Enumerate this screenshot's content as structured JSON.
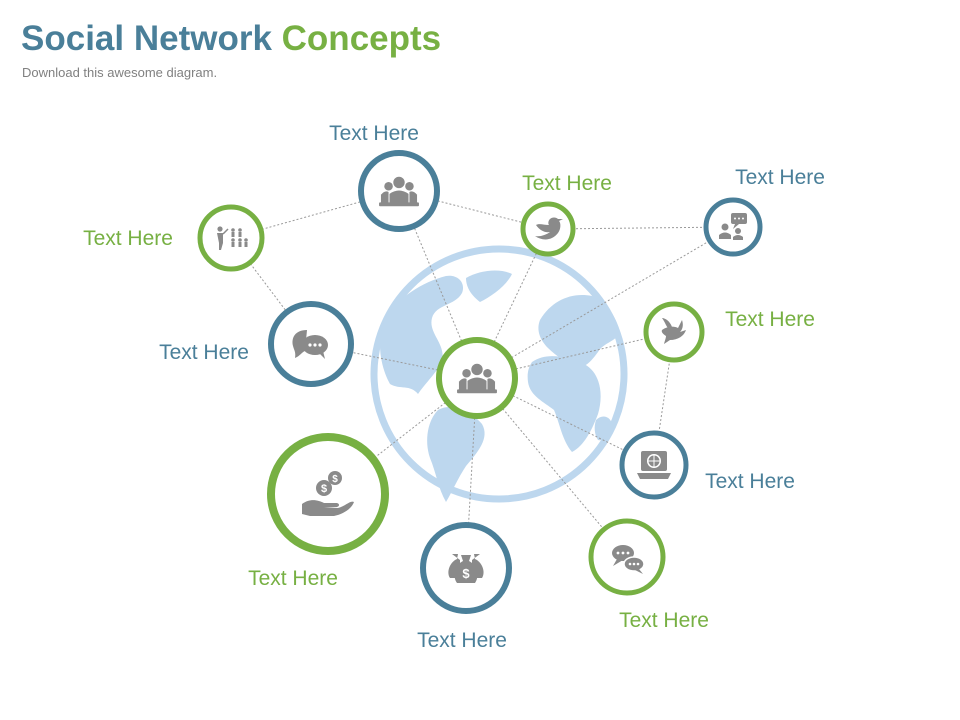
{
  "header": {
    "title_part1": "Social Network",
    "title_part2": "Concepts",
    "subtitle": "Download this awesome diagram."
  },
  "colors": {
    "blue": "#4a7f99",
    "green": "#77b043",
    "globe": "#bdd7ee",
    "icon": "#8a8a8a",
    "connector": "#9a9a9a"
  },
  "hub": {
    "icon": "people-group-icon"
  },
  "nodes": [
    {
      "id": "top",
      "label": "Text Here",
      "color": "blue",
      "icon": "people-group-icon"
    },
    {
      "id": "left-upper",
      "label": "Text Here",
      "color": "green",
      "icon": "presentation-audience-icon"
    },
    {
      "id": "left-chat",
      "label": "Text Here",
      "color": "blue",
      "icon": "speech-bubbles-icon"
    },
    {
      "id": "money-hand",
      "label": "Text Here",
      "color": "green",
      "icon": "money-hand-icon"
    },
    {
      "id": "money-bags",
      "label": "Text Here",
      "color": "blue",
      "icon": "money-bags-icon"
    },
    {
      "id": "chat-bottom",
      "label": "Text Here",
      "color": "green",
      "icon": "chat-bubbles-icon"
    },
    {
      "id": "computer",
      "label": "Text Here",
      "color": "blue",
      "icon": "computer-globe-icon"
    },
    {
      "id": "dove",
      "label": "Text Here",
      "color": "green",
      "icon": "dove-icon"
    },
    {
      "id": "meeting",
      "label": "Text Here",
      "color": "blue",
      "icon": "meeting-icon"
    },
    {
      "id": "bird",
      "label": "Text Here",
      "color": "green",
      "icon": "bird-icon"
    }
  ]
}
